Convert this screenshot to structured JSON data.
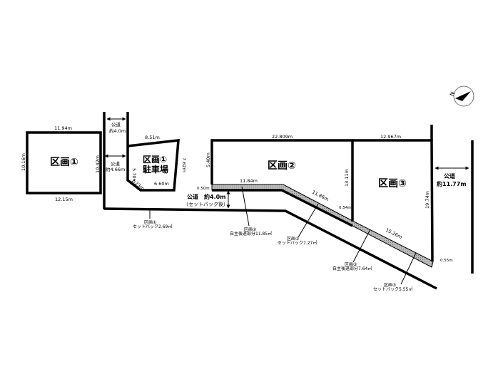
{
  "lots": {
    "lot1": "区画①",
    "lot1_parking_line1": "区画①",
    "lot1_parking_line2": "駐車場",
    "lot2": "区画②",
    "lot3": "区画③"
  },
  "roads": {
    "top_road_line1": "公道",
    "top_road_line2": "約4.0m",
    "left_road_line1": "公道",
    "left_road_line2": "約4.66m",
    "bottom_road": "公道　約4.0m",
    "bottom_road_note": "（セットバック後）",
    "right_road_line1": "公道",
    "right_road_line2": "約11.77m"
  },
  "dimensions": {
    "lot1_top": "11.94m",
    "lot1_left": "10.16m",
    "lot1_right": "10.42m",
    "lot1_bottom": "12.15m",
    "parking_top": "8.51m",
    "parking_left": "5.70m",
    "parking_right": "7.62m",
    "parking_diag": "2.23m",
    "parking_bottom": "6.60m",
    "lot2_left": "5.40m",
    "lot2_top": "22.809m",
    "lot2_small": "0.50m",
    "lot2_bottom": "11.84m",
    "lot2_divider": "13.11m",
    "lot2_diag": "11.86m",
    "lot2_end": "0.54m",
    "lot3_top": "12.967m",
    "lot3_right": "19.74m",
    "lot3_diag": "15.26m",
    "lot3_end": "0.55m"
  },
  "notes": {
    "note1_line1": "区画①",
    "note1_line2": "セットバック2.69㎡",
    "note2_line1": "区画②",
    "note2_line2": "自主後退部分11.85㎡",
    "note3_line1": "区画②",
    "note3_line2": "セットバック7.27㎡",
    "note4_line1": "区画③",
    "note4_line2": "自主後退部分7.64㎡",
    "note5_line1": "区画③",
    "note5_line2": "セットバック5.55㎡"
  },
  "compass": {
    "label": "N",
    "icon": "north-arrow-icon"
  }
}
